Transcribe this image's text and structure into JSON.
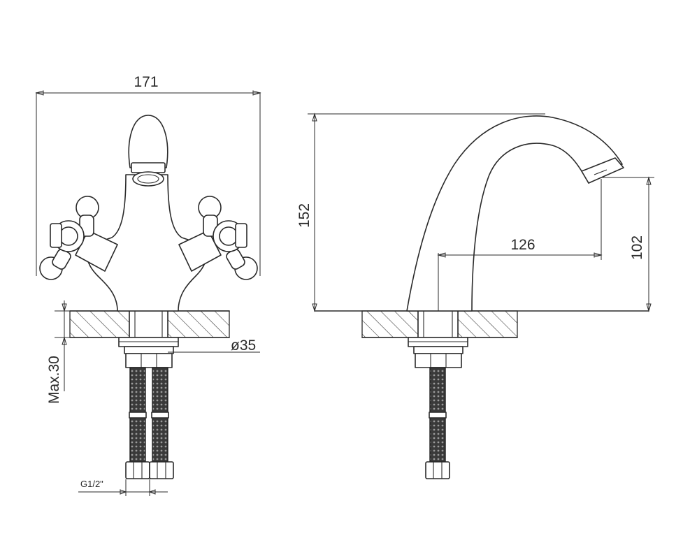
{
  "dimensions": {
    "width_overall": "171",
    "height_total": "152",
    "spout_reach": "126",
    "spout_height": "102",
    "mount_hole": "ø35",
    "max_deck": "Max.30",
    "connection": "G1/2\""
  },
  "colors": {
    "line": "#2a2a2a",
    "hose": "#3a3a3a",
    "background": "#ffffff"
  }
}
